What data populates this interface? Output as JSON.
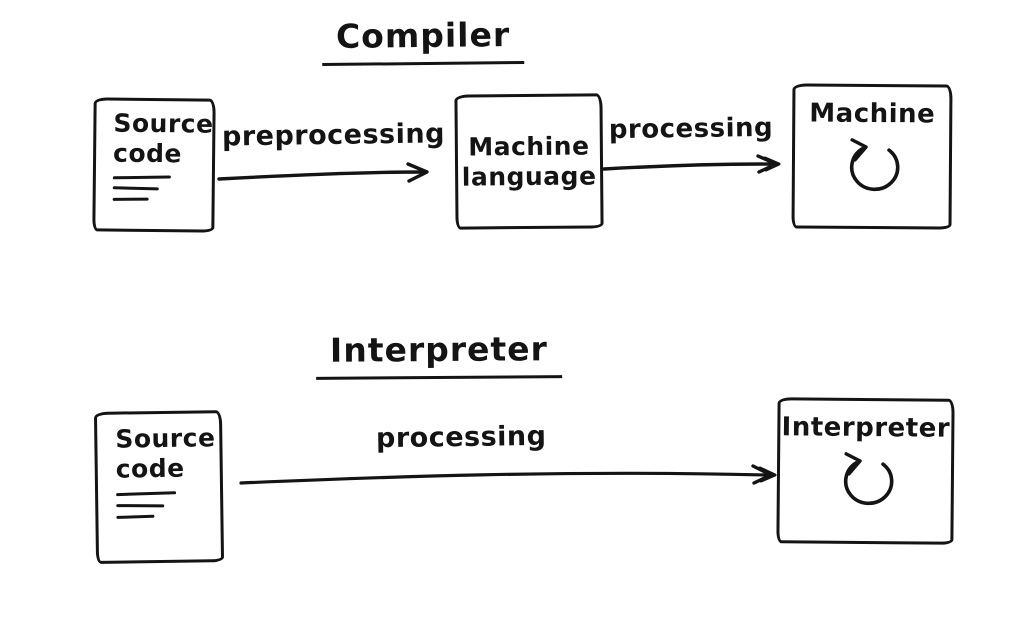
{
  "page": {
    "background_color": "#ffffff",
    "ink_color": "#141414"
  },
  "compiler": {
    "title": "Compiler",
    "source_box": {
      "line1": "Source",
      "line2": "code"
    },
    "preprocess_arrow_label": "preprocessing",
    "machine_language_box": {
      "line1": "Machine",
      "line2": "language"
    },
    "process_arrow_label": "processing",
    "machine_box": {
      "label": "Machine"
    }
  },
  "interpreter": {
    "title": "Interpreter",
    "source_box": {
      "line1": "Source",
      "line2": "code"
    },
    "process_arrow_label": "processing",
    "interpreter_box": {
      "label": "Interpreter"
    }
  }
}
